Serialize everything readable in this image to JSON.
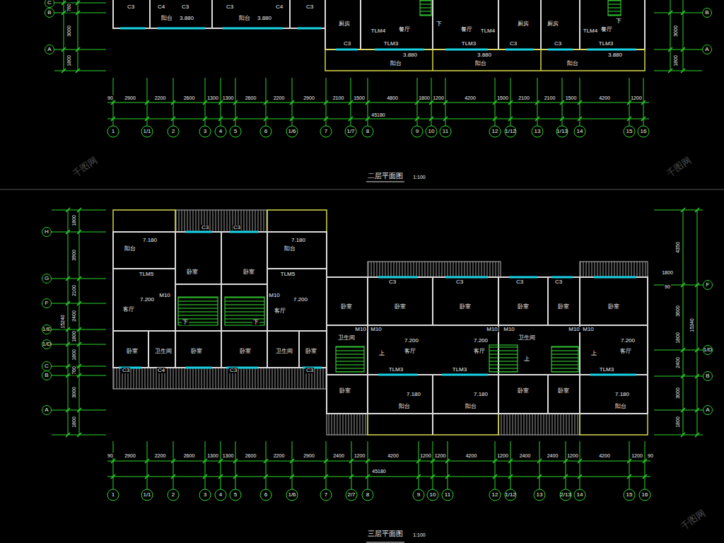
{
  "diagram": {
    "labels": [
      "C3",
      "C4",
      "C3",
      "C3",
      "C4",
      "C3",
      "阳台",
      "3.880",
      "阳台",
      "3.880",
      "厨房",
      "TLM4",
      "餐厅",
      "下",
      "餐厅",
      "TLM4",
      "厨房",
      "厨房",
      "TLM4",
      "餐厅",
      "下",
      "C3",
      "TLM3",
      "TLM3",
      "C3",
      "C3",
      "TLM3",
      "3.880",
      "3.880",
      "3.880",
      "阳台",
      "阳台",
      "阳台",
      "C",
      "B",
      "A",
      "760",
      "3000",
      "1800",
      "B",
      "A",
      "3000",
      "1800",
      "90",
      "2900",
      "2200",
      "2600",
      "1300",
      "1300",
      "2600",
      "2200",
      "2900",
      "2100",
      "1500",
      "4800",
      "1800",
      "1200",
      "4200",
      "1500",
      "2100",
      "2100",
      "1500",
      "4200",
      "1200",
      "45180",
      "1",
      "1/1",
      "2",
      "3",
      "4",
      "5",
      "6",
      "1/6",
      "7",
      "1/7",
      "8",
      "9",
      "10",
      "11",
      "12",
      "1/12",
      "13",
      "1/13",
      "14",
      "15",
      "16",
      "二层平面图",
      "1:100",
      "阳台",
      "7.180",
      "阳台",
      "7.180",
      "C3",
      "C3",
      "卧室",
      "卧室",
      "TLM5",
      "TLM5",
      "客厅",
      "7.200",
      "客厅",
      "7.200",
      "M10",
      "M10",
      "下",
      "下",
      "卧室",
      "卫生间",
      "卧室",
      "卧室",
      "卫生间",
      "卧室",
      "C3",
      "C4",
      "C3",
      "C3",
      "C3",
      "C3",
      "C3",
      "C3",
      "卧室",
      "卧室",
      "卧室",
      "卧室",
      "卧室",
      "卧室",
      "卫生间",
      "7.200",
      "客厅",
      "7.200",
      "客厅",
      "卫生间",
      "7.200",
      "客厅",
      "上",
      "上",
      "上",
      "M10",
      "M10",
      "M10",
      "M10",
      "M10",
      "M10",
      "TLM3",
      "TLM3",
      "TLM3",
      "卧室",
      "卧室",
      "卧室",
      "7.180",
      "阳台",
      "7.180",
      "阳台",
      "7.180",
      "阳台",
      "H",
      "G",
      "F",
      "1/E",
      "1/D",
      "C",
      "B",
      "A",
      "1800",
      "3900",
      "2100",
      "2400",
      "1800",
      "1800",
      "760",
      "3000",
      "1800",
      "15240",
      "F",
      "1/D",
      "B",
      "A",
      "1800",
      "90",
      "4350",
      "3600",
      "1800",
      "2400",
      "3000",
      "1800",
      "15340",
      "90",
      "2900",
      "2200",
      "2600",
      "1300",
      "1300",
      "2600",
      "2200",
      "2900",
      "2400",
      "1200",
      "4200",
      "1200",
      "1200",
      "4200",
      "1200",
      "2400",
      "2400",
      "1200",
      "4200",
      "1200",
      "90",
      "45180",
      "1",
      "1/1",
      "2",
      "3",
      "4",
      "5",
      "6",
      "1/6",
      "7",
      "2/7",
      "8",
      "9",
      "10",
      "11",
      "12",
      "1/12",
      "13",
      "2/13",
      "14",
      "15",
      "16",
      "三层平面图",
      "1:100",
      "千图网",
      "千图网",
      "千图网"
    ]
  }
}
